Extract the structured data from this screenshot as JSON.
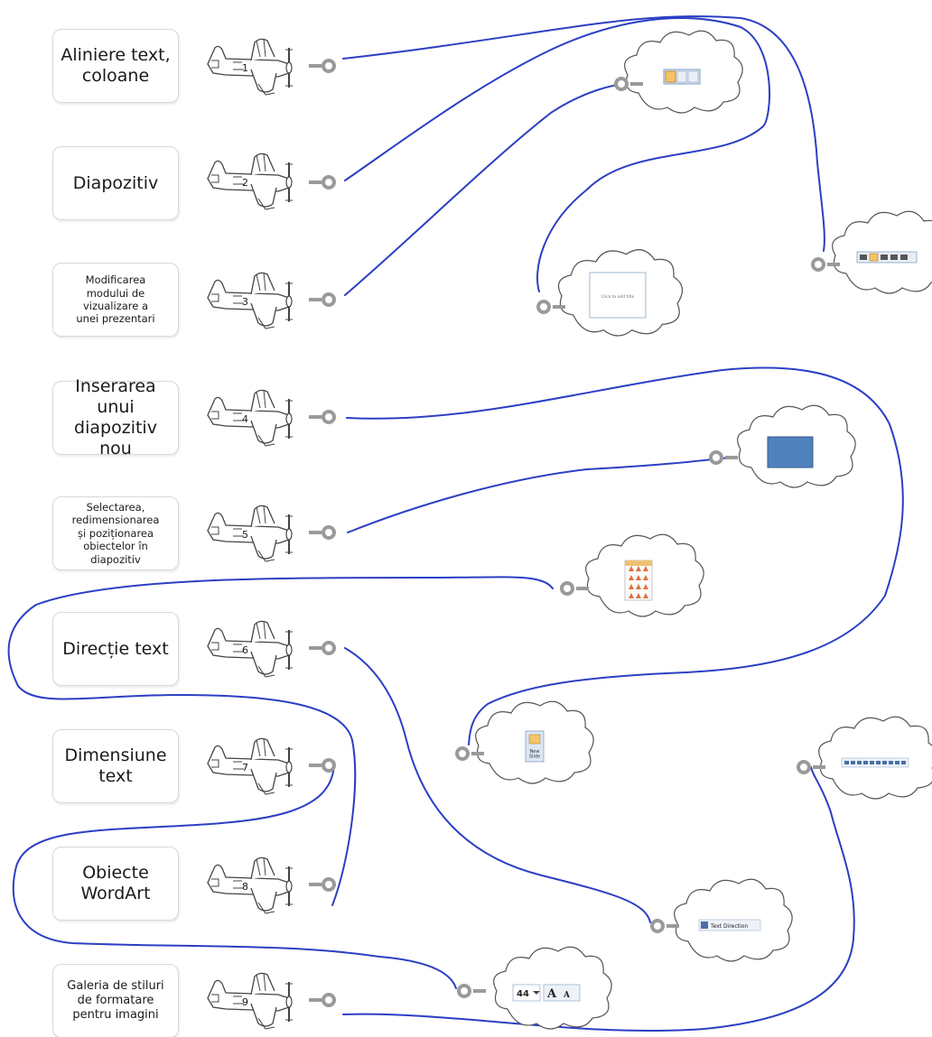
{
  "steps": [
    {
      "number": "1",
      "label": "Aliniere text,\ncoloane"
    },
    {
      "number": "2",
      "label": "Diapozitiv"
    },
    {
      "number": "3",
      "label": "Modificarea\nmodului de\nvizualizare a\nunei prezentari"
    },
    {
      "number": "4",
      "label": "Inserarea unui\ndiapozitiv nou"
    },
    {
      "number": "5",
      "label": "Selectarea,\nredimensionarea\nși poziționarea\nobiectelor în diapozitiv"
    },
    {
      "number": "6",
      "label": "Direcție text"
    },
    {
      "number": "7",
      "label": "Dimensiune\ntext"
    },
    {
      "number": "8",
      "label": "Obiecte\nWordArt"
    },
    {
      "number": "9",
      "label": "Galeria de stiluri\nde formatare\npentru imagini"
    }
  ],
  "clouds": {
    "slide_preview_text": "Click to add title",
    "new_slide_text": "New\nSlide",
    "text_direction_text": "Text Direction",
    "font_size_value": "44"
  },
  "colors": {
    "connector": "#2b3fc4",
    "node": "#9a9a9a",
    "card_border": "#d8d8d8",
    "slide_blue": "#4f81bd"
  }
}
